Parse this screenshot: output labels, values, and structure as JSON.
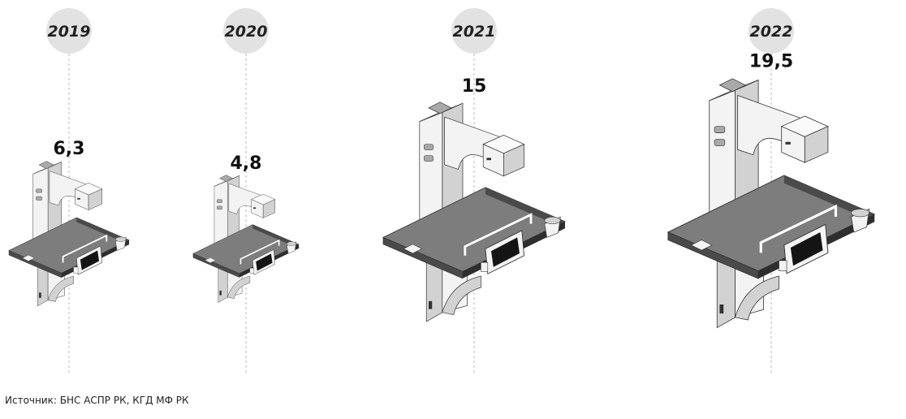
{
  "chart_data": {
    "type": "bar",
    "categories": [
      "2019",
      "2020",
      "2021",
      "2022"
    ],
    "values": [
      6.3,
      4.8,
      15,
      19.5
    ],
    "value_labels": [
      "6,3",
      "4,8",
      "15",
      "19,5"
    ],
    "title": "",
    "xlabel": "",
    "ylabel": "",
    "grid": false,
    "legend": "none"
  },
  "source": "Источник: БНС АСПР РК, КГД МФ РК",
  "colors": {
    "year_circle": "#e2e2e2",
    "guide_line": "#b9b9b9",
    "device_light": "#f3f3f3",
    "device_mid": "#d2d2d2",
    "device_dark": "#a9a9a9",
    "table_top": "#7d7d7d",
    "table_dark": "#4a4a4a",
    "screen": "#141414",
    "outline": "#333333"
  }
}
